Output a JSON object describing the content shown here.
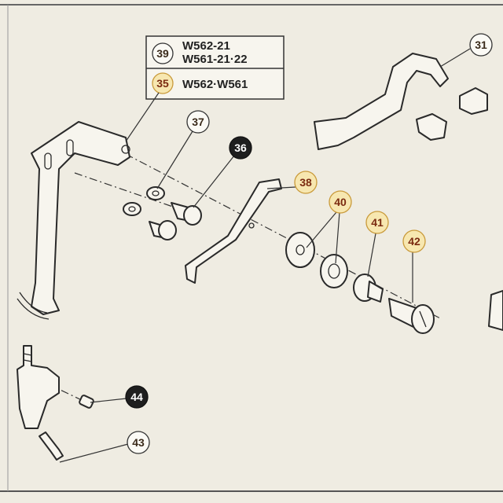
{
  "legend": {
    "row1": {
      "callout": "39",
      "models_line1": "W562-21",
      "models_line2": "W561-21·22"
    },
    "row2": {
      "callout": "35",
      "models": "W562·W561"
    }
  },
  "callouts": {
    "c31": "31",
    "c35": "35",
    "c36": "36",
    "c37": "37",
    "c38": "38",
    "c40": "40",
    "c41": "41",
    "c42": "42",
    "c43": "43",
    "c44": "44"
  },
  "colors": {
    "paper": "#efece2",
    "highlight": "#f7e7b0",
    "ink": "#2a2a2a"
  }
}
